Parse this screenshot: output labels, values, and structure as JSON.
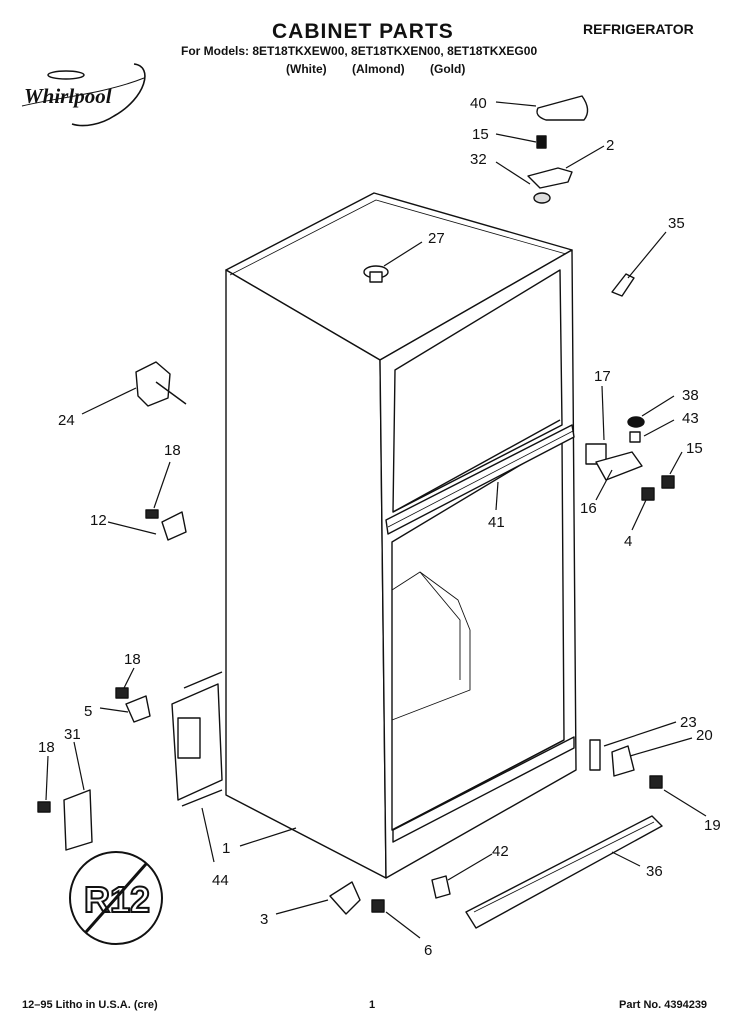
{
  "header": {
    "title": "CABINET PARTS",
    "category": "REFRIGERATOR",
    "models_line": "For Models: 8ET18TKXEW00, 8ET18TKXEN00, 8ET18TKXEG00",
    "variants": [
      "(White)",
      "(Almond)",
      "(Gold)"
    ]
  },
  "logo": {
    "text": "Whirlpool",
    "icon": "whirlpool-logo"
  },
  "callouts": [
    "40",
    "15",
    "2",
    "32",
    "27",
    "35",
    "24",
    "18",
    "12",
    "17",
    "38",
    "43",
    "15",
    "16",
    "4",
    "41",
    "18",
    "5",
    "31",
    "18",
    "23",
    "20",
    "19",
    "1",
    "44",
    "42",
    "36",
    "3",
    "6"
  ],
  "badge": {
    "text": "R12",
    "icon": "r12-refrigerant-badge"
  },
  "footer": {
    "left": "12–95 Litho in U.S.A. (cre)",
    "page": "1",
    "part_no": "Part No. 4394239"
  }
}
